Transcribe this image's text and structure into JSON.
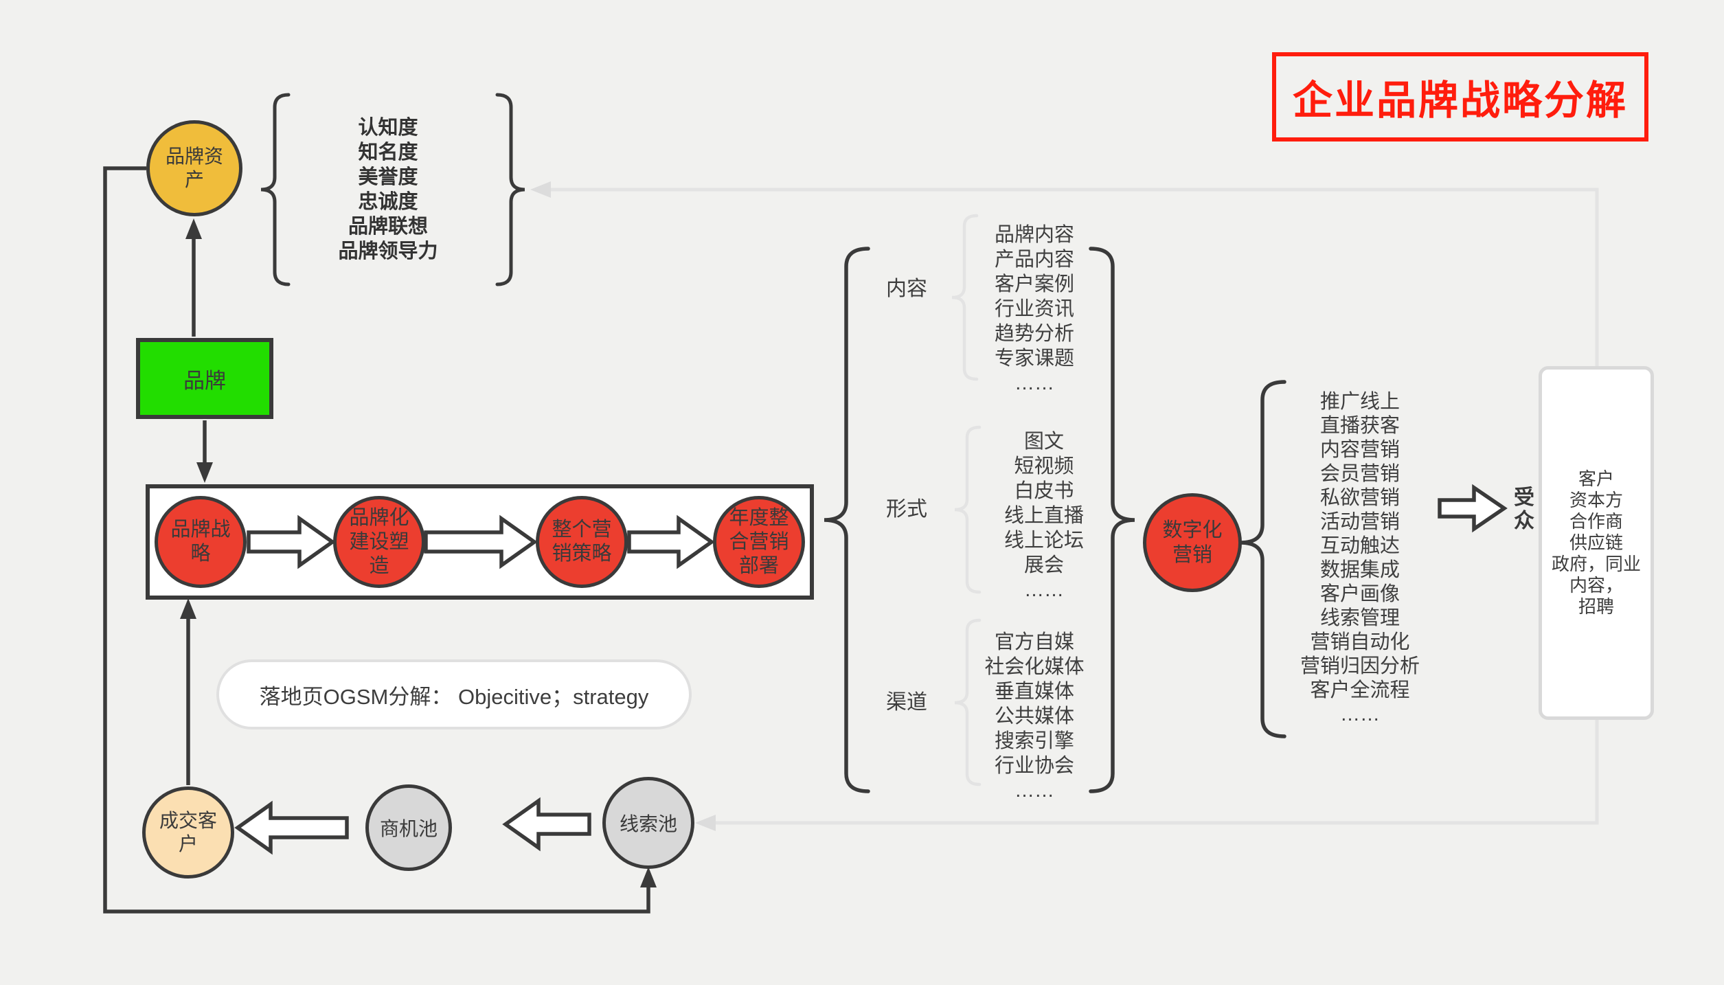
{
  "title": "企业品牌战略分解",
  "nodes": {
    "brand_equity": "品牌资产",
    "brand": "品牌",
    "brand_strategy": "品牌战略",
    "brand_building": "品牌化建设塑造",
    "marketing_strategy": "整个营销策略",
    "annual_marketing": "年度整合营销部署",
    "digital_marketing": "数字化营销",
    "deal_customer": "成交客户",
    "opportunity_pool": "商机池",
    "leads_pool": "线索池",
    "audience": "受众"
  },
  "brand_equity_metrics": [
    "认知度",
    "知名度",
    "美誉度",
    "忠诚度",
    "品牌联想",
    "品牌领导力"
  ],
  "ogsm_note": "落地页OGSM分解： Objecitive；strategy",
  "categories": {
    "content": {
      "label": "内容",
      "items": [
        "品牌内容",
        "产品内容",
        "客户案例",
        "行业资讯",
        "趋势分析",
        "专家课题",
        "……"
      ]
    },
    "format": {
      "label": "形式",
      "items": [
        "图文",
        "短视频",
        "白皮书",
        "线上直播",
        "线上论坛",
        "展会",
        "……"
      ]
    },
    "channel": {
      "label": "渠道",
      "items": [
        "官方自媒",
        "社会化媒体",
        "垂直媒体",
        "公共媒体",
        "搜索引擎",
        "行业协会",
        "……"
      ]
    }
  },
  "digital_tactics": [
    "推广线上",
    "直播获客",
    "内容营销",
    "会员营销",
    "私欲营销",
    "活动营销",
    "互动触达",
    "数据集成",
    "客户画像",
    "线索管理",
    "营销自动化",
    "营销归因分析",
    "客户全流程",
    "……"
  ],
  "audience_box": [
    "客户",
    "资本方",
    "合作商",
    "供应链",
    "政府，同业",
    "内容，",
    "招聘"
  ],
  "colors": {
    "background": "#f1f1ef",
    "ink": "#3a3a3a",
    "title_red": "#ff1d0d",
    "node_red": "#ec3e2f",
    "node_yellow": "#f0bd3b",
    "node_green": "#22dd00",
    "node_tan": "#fbdfb2",
    "node_gray": "#d8d8d8",
    "light_line": "#e3e3e3",
    "light_arrow": "#dcdcdc"
  }
}
